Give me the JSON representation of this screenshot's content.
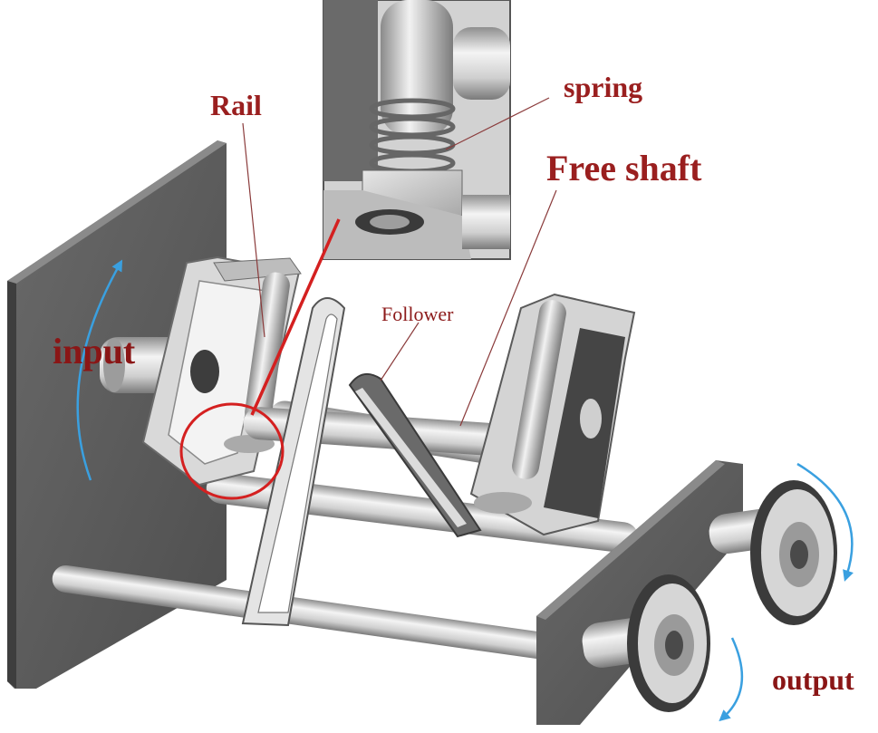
{
  "labels": {
    "rail": "Rail",
    "spring": "spring",
    "free_shaft": "Free shaft",
    "follower": "Follower",
    "input": "input",
    "output": "output"
  },
  "colors": {
    "label_text": "#9a1f1f",
    "leader_line": "#8a3a3a",
    "highlight": "#d42020",
    "motion_arrow": "#3aa0e0",
    "plate": "#5e5e5e",
    "metal": "#c8c8c8"
  }
}
